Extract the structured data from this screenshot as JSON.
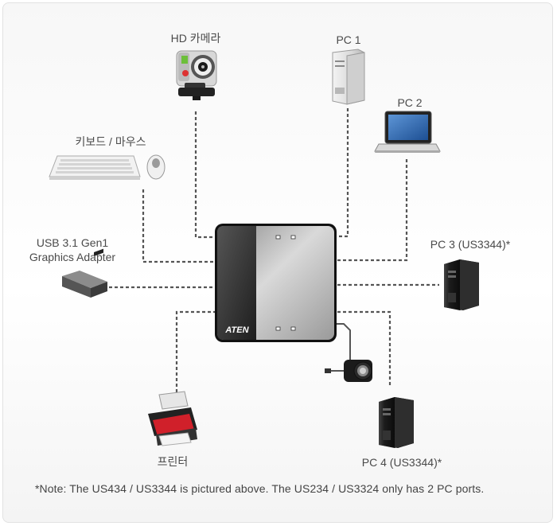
{
  "diagram": {
    "brand_label": "ATEN",
    "labels": {
      "hd_camera": "HD 카메라",
      "pc1": "PC 1",
      "pc2": "PC 2",
      "keyboard_mouse": "키보드 / 마우스",
      "graphics_adapter_line1": "USB 3.1 Gen1",
      "graphics_adapter_line2": "Graphics Adapter",
      "pc3": "PC 3 (US3344)*",
      "printer": "프린터",
      "pc4": "PC 4 (US3344)*"
    },
    "note": "*Note: The US434 / US3344 is pictured above. The US234 / US3324 only has 2 PC ports."
  },
  "colors": {
    "connector_line": "#555555",
    "switch_dark": "#2b2b2b",
    "switch_light": "#bdbdbd",
    "printer_red": "#d0202a",
    "screen_blue": "#2f6fb8"
  }
}
